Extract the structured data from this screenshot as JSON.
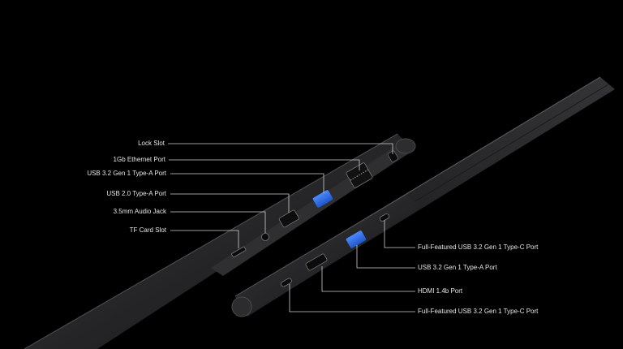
{
  "labels_left": {
    "lock_slot": "Lock Slot",
    "ethernet_port": "1Gb Ethernet Port",
    "usb32_type_a_left": "USB 3.2 Gen 1 Type-A Port",
    "usb20_type_a": "USB 2.0 Type-A Port",
    "audio_jack": "3.5mm Audio Jack",
    "tf_card_slot": "TF Card Slot"
  },
  "labels_right": {
    "usb_c_full_top": "Full-Featured USB 3.2 Gen 1 Type-C Port",
    "usb32_type_a_right": "USB 3.2 Gen 1 Type-A Port",
    "hdmi_port": "HDMI 1.4b Port",
    "usb_c_full_bottom": "Full-Featured USB 3.2 Gen 1 Type-C Port"
  },
  "colors": {
    "background": "#000000",
    "text": "#e6e6e6",
    "leader_line": "#cfcfcf",
    "laptop_body": "#2b2b2d",
    "usb_blue": "#2f6fe0"
  }
}
